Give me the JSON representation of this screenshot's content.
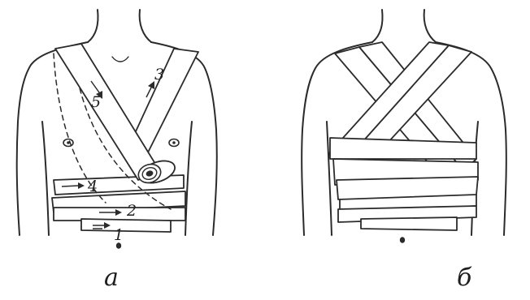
{
  "panels": [
    {
      "caption": "а",
      "turn_labels": [
        "1",
        "2",
        "3",
        "4",
        "5"
      ]
    },
    {
      "caption": "б"
    }
  ]
}
